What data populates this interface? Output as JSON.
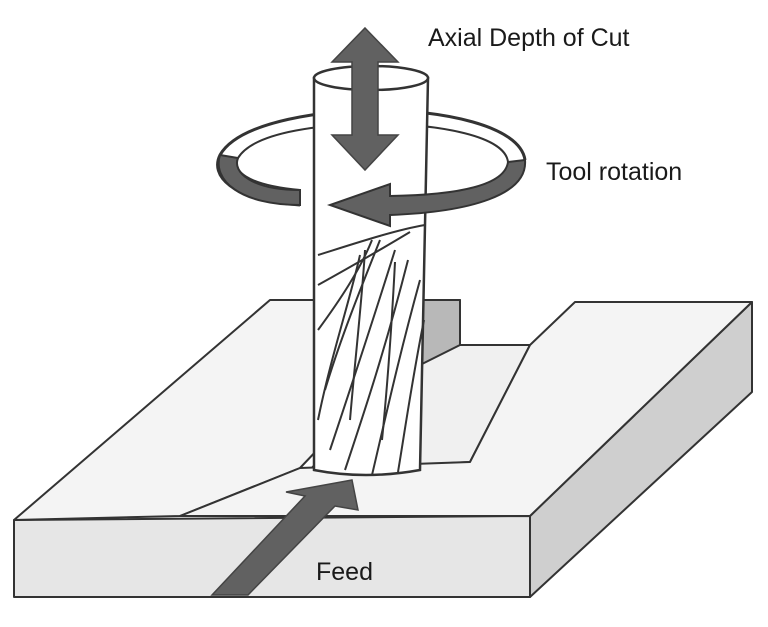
{
  "diagram": {
    "labels": {
      "axial_depth": "Axial Depth of Cut",
      "tool_rotation": "Tool rotation",
      "feed": "Feed"
    },
    "colors": {
      "arrow": "#616161",
      "outline": "#333333",
      "workpiece_top": "#f4f4f4",
      "workpiece_front": "#e6e6e6",
      "workpiece_side": "#cfcfcf",
      "slot_wall": "#b8b8b8",
      "tool_body": "#ffffff"
    }
  }
}
